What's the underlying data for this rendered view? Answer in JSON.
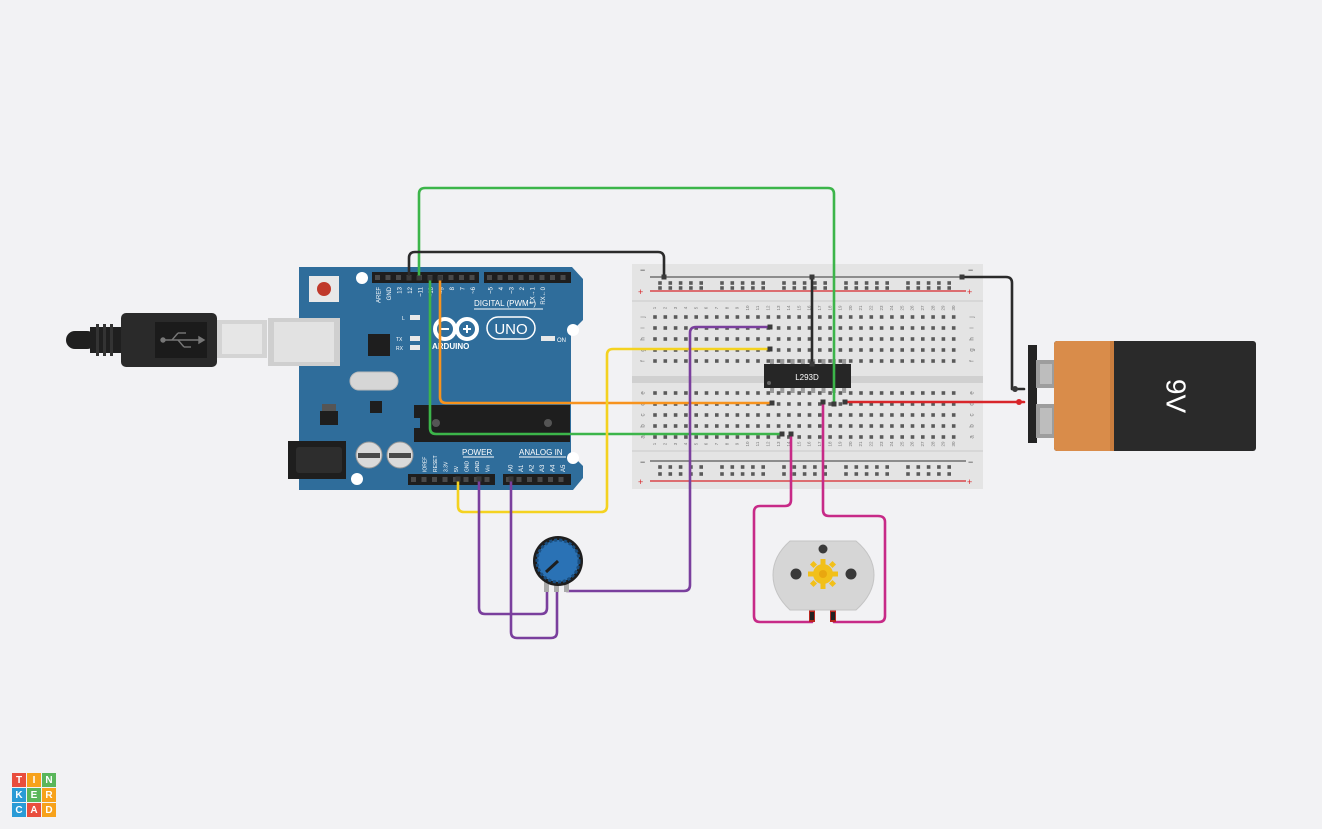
{
  "arduino": {
    "brand": "ARDUINO",
    "model": "UNO",
    "label_digital": "DIGITAL (PWM~)",
    "label_power": "POWER",
    "label_analog": "ANALOG IN",
    "label_on": "ON",
    "label_l": "L",
    "label_tx": "TX",
    "label_rx": "RX",
    "top_pins": [
      "AREF",
      "GND",
      "13",
      "12",
      "~11",
      "~10",
      "~9",
      "8",
      "7",
      "~6",
      "~5",
      "4",
      "~3",
      "2",
      "TX→1",
      "RX←0"
    ],
    "power_pins": [
      "IOREF",
      "RESET",
      "3.3V",
      "5V",
      "GND",
      "GND",
      "Vin"
    ],
    "analog_pins": [
      "A0",
      "A1",
      "A2",
      "A3",
      "A4",
      "A5"
    ]
  },
  "breadboard": {
    "top_rows": [
      "j",
      "i",
      "h",
      "g",
      "f"
    ],
    "bottom_rows": [
      "e",
      "d",
      "c",
      "b",
      "a"
    ],
    "column_numbers": [
      "1",
      "2",
      "3",
      "4",
      "5",
      "6",
      "7",
      "8",
      "9",
      "10",
      "11",
      "12",
      "13",
      "14",
      "15",
      "16",
      "17",
      "18",
      "19",
      "20",
      "21",
      "22",
      "23",
      "24",
      "25",
      "26",
      "27",
      "28",
      "29",
      "30"
    ],
    "rail_minus": "−",
    "rail_plus": "+"
  },
  "chip": {
    "label": "L293D"
  },
  "battery": {
    "label": "9V"
  },
  "logo": {
    "letters": [
      "T",
      "I",
      "N",
      "K",
      "E",
      "R",
      "C",
      "A",
      "D"
    ]
  },
  "colors": {
    "background": "#f2f2f4",
    "arduino_board": "#2f6d9b",
    "wire_green": "#3cb54a",
    "wire_black": "#2b2b2b",
    "wire_orange": "#f7931e",
    "wire_yellow": "#f4d220",
    "wire_purple": "#7a3f9d",
    "wire_red": "#d8262a",
    "wire_magenta": "#c72a87",
    "battery_orange": "#d98c4a",
    "logo_colors": [
      "#e94e3d",
      "#f7a21b",
      "#5ab65a",
      "#2a9bd6",
      "#5ab65a",
      "#f7a21b",
      "#2a9bd6",
      "#e94e3d",
      "#f7a21b"
    ]
  }
}
